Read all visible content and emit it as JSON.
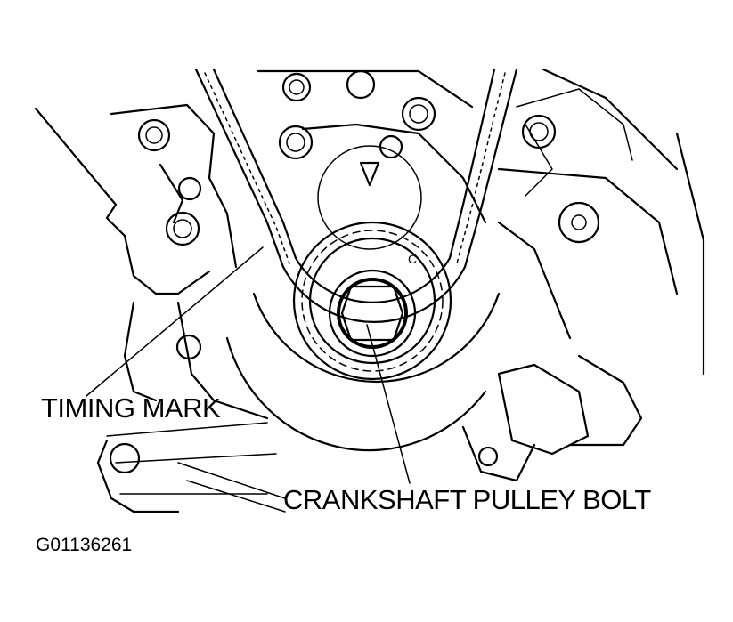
{
  "callouts": {
    "timing_mark": "TIMING MARK",
    "crankshaft_pulley_bolt": "CRANKSHAFT PULLEY BOLT"
  },
  "figure_id": "G01136261",
  "colors": {
    "ink": "#000000",
    "background": "#ffffff"
  }
}
